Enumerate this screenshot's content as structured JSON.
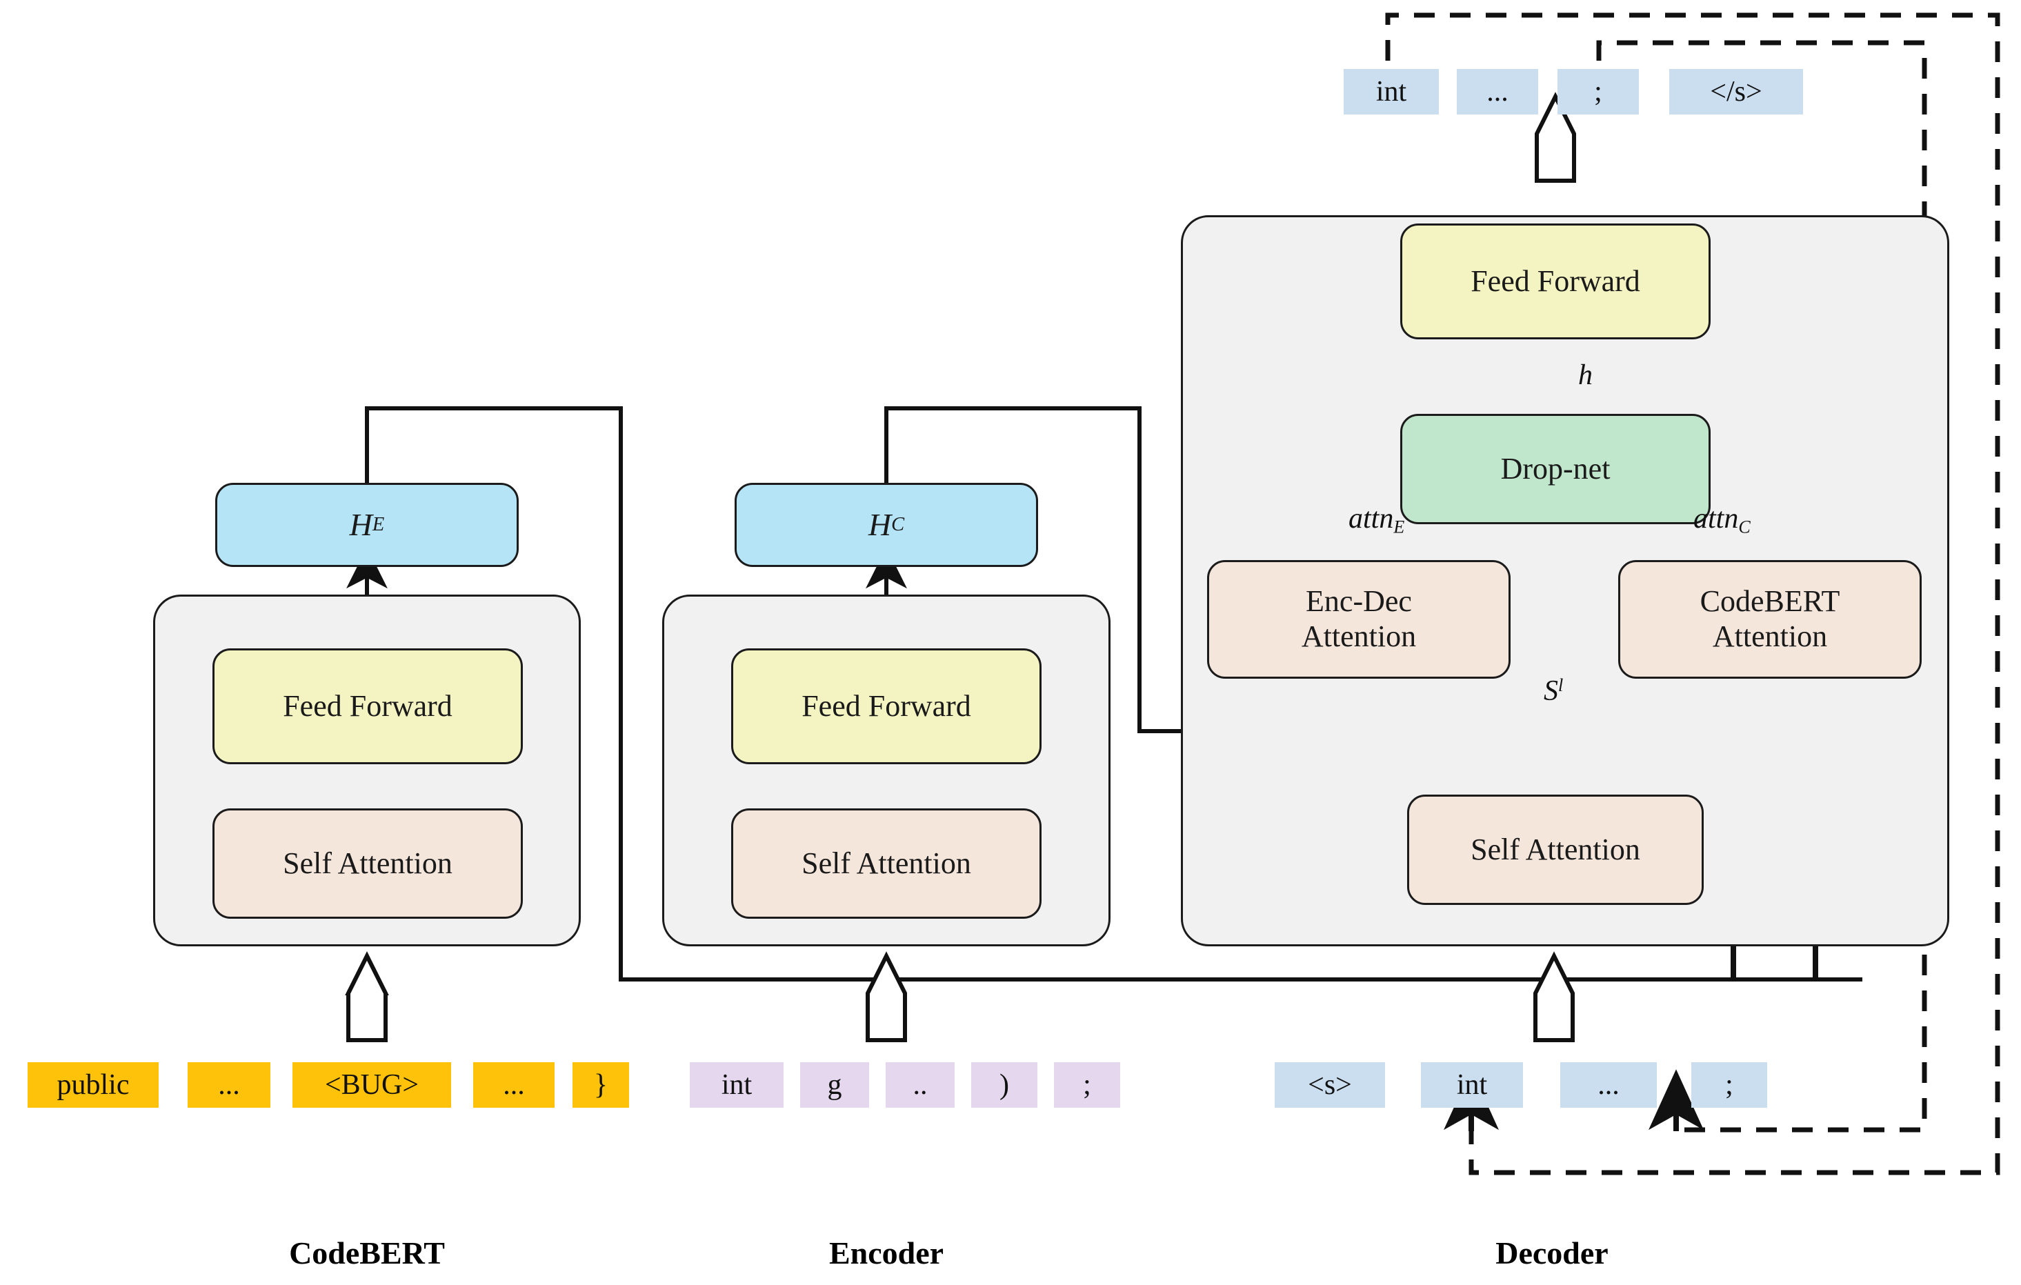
{
  "diagram": {
    "title": "CodeBERT-Encoder-Decoder architecture",
    "colors": {
      "token_codebert": "#FFC20A",
      "token_encoder": "#E4D7EE",
      "token_decoder": "#CBDEF0",
      "feed_forward": "#F4F4C2",
      "attention": "#F5E6DC",
      "drop_net": "#C0E6CC",
      "hidden_state": "#B6E4F7",
      "module_container": "#F1F1F1",
      "stroke": "#1b1b1b"
    }
  },
  "module_labels": {
    "codebert": "CodeBERT",
    "encoder": "Encoder",
    "decoder": "Decoder"
  },
  "codebert": {
    "input_tokens": [
      "public",
      "...",
      "<BUG>",
      "...",
      "}"
    ],
    "feed_forward": "Feed Forward",
    "self_attention": "Self Attention",
    "hidden_output": "H",
    "hidden_output_sub": "E"
  },
  "encoder": {
    "input_tokens": [
      "int",
      "g",
      "..",
      ")",
      ";"
    ],
    "feed_forward": "Feed Forward",
    "self_attention": "Self Attention",
    "hidden_output": "H",
    "hidden_output_sub": "C"
  },
  "decoder": {
    "input_tokens": [
      "<s>",
      "int",
      "...",
      ";"
    ],
    "output_tokens": [
      "int",
      "...",
      ";",
      "</s>"
    ],
    "feed_forward": "Feed Forward",
    "drop_net": "Drop-net",
    "enc_dec_attention": "Enc-Dec\nAttention",
    "enc_dec_attention_line1": "Enc-Dec",
    "enc_dec_attention_line2": "Attention",
    "codebert_attention_line1": "CodeBERT",
    "codebert_attention_line2": "Attention",
    "self_attention": "Self Attention",
    "edge_labels": {
      "h": "h",
      "attn_e": "attn",
      "attn_e_sub": "E",
      "attn_c": "attn",
      "attn_c_sub": "C",
      "s_l": "S",
      "s_l_sup": "l"
    }
  }
}
